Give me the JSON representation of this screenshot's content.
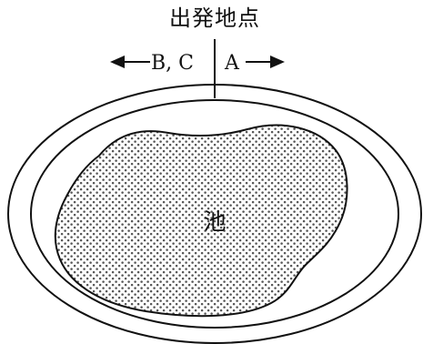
{
  "title": "出発地点",
  "direction_left_label": "B, C",
  "direction_right_label": "A",
  "pond_label": "池",
  "colors": {
    "line": "#111111",
    "background": "#ffffff",
    "dot": "#555555"
  }
}
